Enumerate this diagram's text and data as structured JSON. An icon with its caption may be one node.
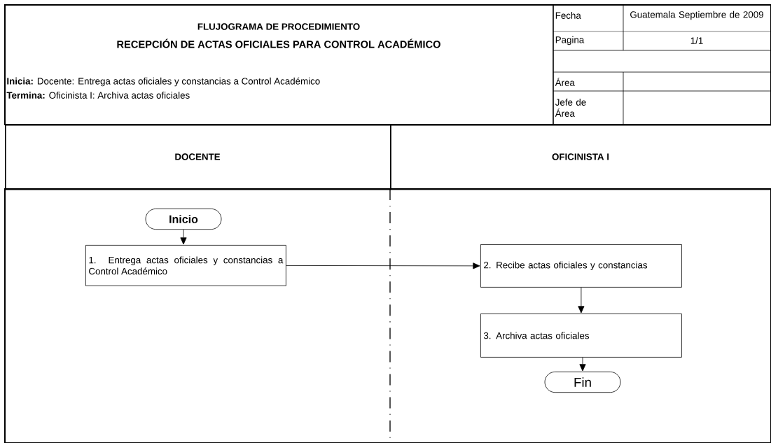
{
  "diagram": {
    "title": "FLUJOGRAMA DE PROCEDIMIENTO",
    "nodes": [
      {
        "text": [
          "DOCENTE"
        ]
      },
      {
        "text": [
          "OFICINISTA I"
        ]
      },
      {
        "text": [
          "Inicio"
        ]
      },
      {
        "text": [
          "1. Entrega actas oficiales y constancias a Control Académico"
        ]
      },
      {
        "text": [
          "2. Recibe actas oficiales y constancias"
        ]
      },
      {
        "text": [
          "3. Archiva actas oficiales"
        ]
      },
      {
        "text": [
          "Fin"
        ]
      }
    ],
    "edges": [
      {
        "from": 2,
        "to": 3,
        "arrow": "to"
      },
      {
        "from": 3,
        "to": 4,
        "arrow": "to"
      },
      {
        "from": 4,
        "to": 5,
        "arrow": "to"
      },
      {
        "from": 5,
        "to": 6,
        "arrow": "to"
      }
    ],
    "labels": [
      "RECEPCIÓN DE ACTAS OFICIALES PARA CONTROL ACADÉMICO",
      "**Inicia:** Docente: Entrega actas oficiales y constancias a Control Académico",
      "**Termina:** Oficinista I: Archiva actas oficiales",
      "Fecha",
      "Guatemala Septiembre de 2009",
      "Pagina",
      "1/1",
      "Área",
      "Jefe de Área"
    ]
  }
}
